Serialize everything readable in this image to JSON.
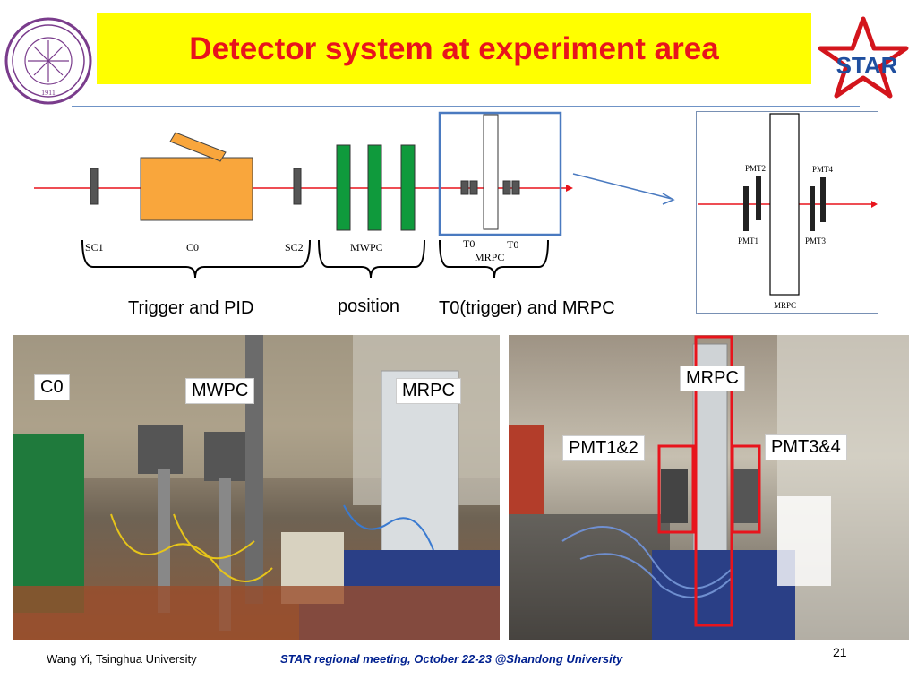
{
  "title": "Detector system at experiment area",
  "logos": {
    "left": {
      "name": "Tsinghua University seal",
      "text": "1911"
    },
    "right": {
      "name": "STAR logo",
      "text": "STAR"
    }
  },
  "schematic": {
    "labels": {
      "sc1": "SC1",
      "c0": "C0",
      "sc2": "SC2",
      "mwpc": "MWPC",
      "t0_left": "T0",
      "t0_right": "T0",
      "mrpc": "MRPC"
    },
    "groups": {
      "trigger_pid": "Trigger and PID",
      "position": "position",
      "t0_mrpc": "T0(trigger) and MRPC"
    }
  },
  "inset": {
    "labels": {
      "pmt1": "PMT1",
      "pmt2": "PMT2",
      "pmt3": "PMT3",
      "pmt4": "PMT4",
      "mrpc": "MRPC"
    }
  },
  "photo_left": {
    "labels": {
      "c0": "C0",
      "mwpc": "MWPC",
      "mrpc": "MRPC"
    }
  },
  "photo_right": {
    "labels": {
      "mrpc": "MRPC",
      "pmt12": "PMT1&2",
      "pmt34": "PMT3&4"
    }
  },
  "footer": {
    "author": "Wang Yi, Tsinghua University",
    "meeting": "STAR regional meeting, October 22-23 @Shandong University",
    "page": "21"
  },
  "colors": {
    "title_bg": "#ffff00",
    "title_text": "#e8141c",
    "beam": "#e8141c",
    "c0": "#f9a63c",
    "mwpc": "#0f9a3c",
    "highlight_box": "#4a7ac0"
  }
}
